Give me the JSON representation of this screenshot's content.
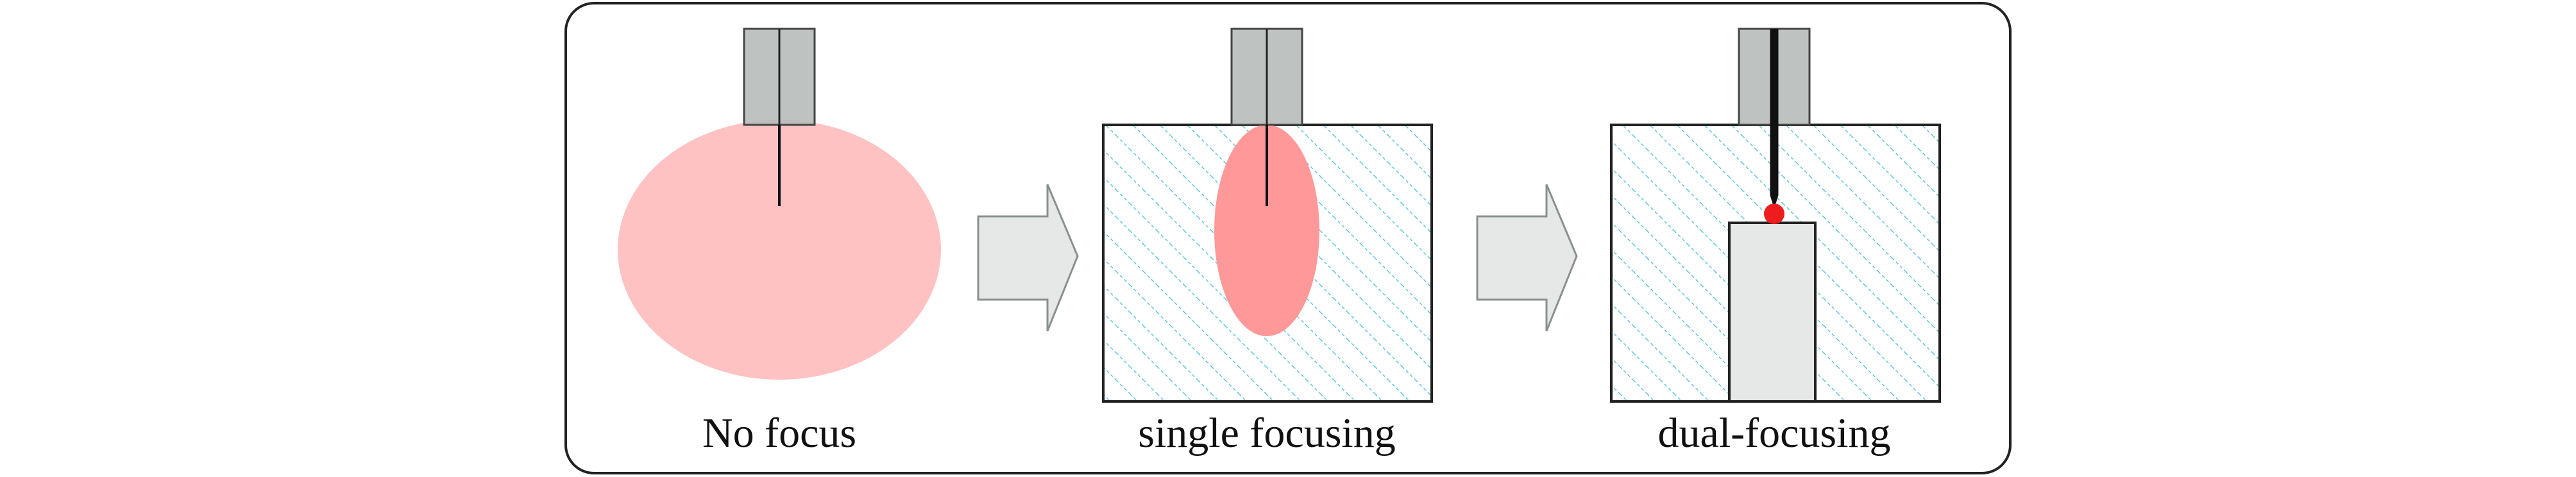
{
  "panels": [
    {
      "id": "no-focus",
      "caption": "No focus"
    },
    {
      "id": "single-focusing",
      "caption": "single focusing"
    },
    {
      "id": "dual-focusing",
      "caption": "dual-focusing"
    }
  ],
  "colors": {
    "frame_stroke": "#222222",
    "electrode_fill": "#b8bdbb",
    "electrode_stroke": "#444444",
    "plasma_diffuse": "#ffc2c2",
    "plasma_focused": "#ff9999",
    "hatch": "#5fc6da",
    "arrow_fill": "#e6e7e7",
    "arrow_stroke": "#8a8f8f",
    "inner_electrode_fill": "#e6e7e7",
    "hot_spot": "#ee1c1c",
    "wire": "#111111"
  }
}
